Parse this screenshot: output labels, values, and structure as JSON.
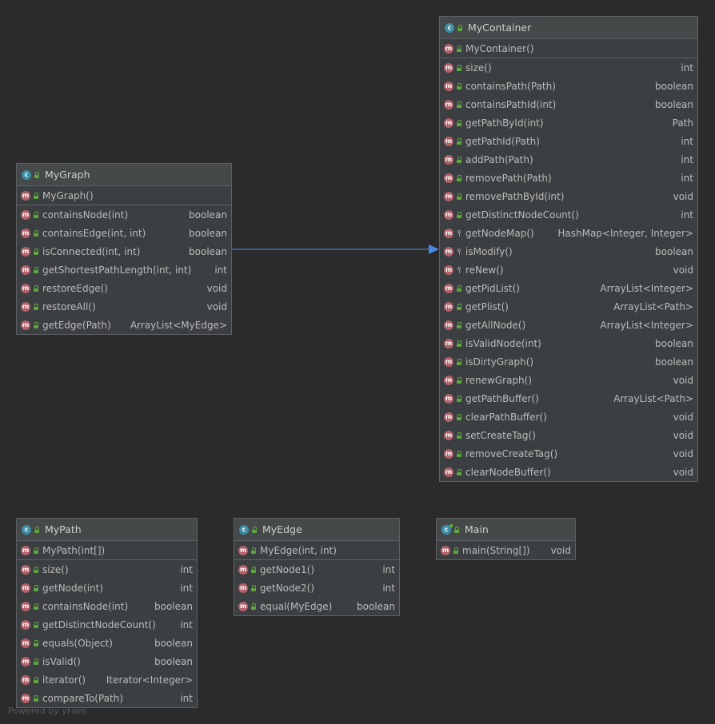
{
  "footer_text": "Powered by yFiles",
  "colors": {
    "background": "#2b2b2b",
    "node_fill": "#3c3f41",
    "arrow": "#4a88e8",
    "method_icon": "#b3616b",
    "class_icon": "#3f8ea6",
    "public": "#5fa640"
  },
  "classes": {
    "mycontainer": {
      "name": "MyContainer",
      "ctor": "MyContainer()",
      "methods": [
        {
          "name": "size()",
          "type": "int",
          "vis": "pub"
        },
        {
          "name": "containsPath(Path)",
          "type": "boolean",
          "vis": "pub"
        },
        {
          "name": "containsPathId(int)",
          "type": "boolean",
          "vis": "pub"
        },
        {
          "name": "getPathById(int)",
          "type": "Path",
          "vis": "pub"
        },
        {
          "name": "getPathId(Path)",
          "type": "int",
          "vis": "pub"
        },
        {
          "name": "addPath(Path)",
          "type": "int",
          "vis": "pub"
        },
        {
          "name": "removePath(Path)",
          "type": "int",
          "vis": "pub"
        },
        {
          "name": "removePathById(int)",
          "type": "void",
          "vis": "pub"
        },
        {
          "name": "getDistinctNodeCount()",
          "type": "int",
          "vis": "pub"
        },
        {
          "name": "getNodeMap()",
          "type": "HashMap<Integer, Integer>",
          "vis": "priv"
        },
        {
          "name": "isModify()",
          "type": "boolean",
          "vis": "priv"
        },
        {
          "name": "reNew()",
          "type": "void",
          "vis": "priv"
        },
        {
          "name": "getPidList()",
          "type": "ArrayList<Integer>",
          "vis": "pub"
        },
        {
          "name": "getPlist()",
          "type": "ArrayList<Path>",
          "vis": "pub"
        },
        {
          "name": "getAllNode()",
          "type": "ArrayList<Integer>",
          "vis": "pub"
        },
        {
          "name": "isValidNode(int)",
          "type": "boolean",
          "vis": "pub"
        },
        {
          "name": "isDirtyGraph()",
          "type": "boolean",
          "vis": "pub"
        },
        {
          "name": "renewGraph()",
          "type": "void",
          "vis": "pub"
        },
        {
          "name": "getPathBuffer()",
          "type": "ArrayList<Path>",
          "vis": "pub"
        },
        {
          "name": "clearPathBuffer()",
          "type": "void",
          "vis": "pub"
        },
        {
          "name": "setCreateTag()",
          "type": "void",
          "vis": "pub"
        },
        {
          "name": "removeCreateTag()",
          "type": "void",
          "vis": "pub"
        },
        {
          "name": "clearNodeBuffer()",
          "type": "void",
          "vis": "pub"
        }
      ]
    },
    "mygraph": {
      "name": "MyGraph",
      "ctor": "MyGraph()",
      "methods": [
        {
          "name": "containsNode(int)",
          "type": "boolean",
          "vis": "pub"
        },
        {
          "name": "containsEdge(int, int)",
          "type": "boolean",
          "vis": "pub"
        },
        {
          "name": "isConnected(int, int)",
          "type": "boolean",
          "vis": "pub"
        },
        {
          "name": "getShortestPathLength(int, int)",
          "type": "int",
          "vis": "pub"
        },
        {
          "name": "restoreEdge()",
          "type": "void",
          "vis": "pub"
        },
        {
          "name": "restoreAll()",
          "type": "void",
          "vis": "pub"
        },
        {
          "name": "getEdge(Path)",
          "type": "ArrayList<MyEdge>",
          "vis": "pub"
        }
      ]
    },
    "mypath": {
      "name": "MyPath",
      "ctor": "MyPath(int[])",
      "methods": [
        {
          "name": "size()",
          "type": "int",
          "vis": "pub"
        },
        {
          "name": "getNode(int)",
          "type": "int",
          "vis": "pub"
        },
        {
          "name": "containsNode(int)",
          "type": "boolean",
          "vis": "pub"
        },
        {
          "name": "getDistinctNodeCount()",
          "type": "int",
          "vis": "pub"
        },
        {
          "name": "equals(Object)",
          "type": "boolean",
          "vis": "pub"
        },
        {
          "name": "isValid()",
          "type": "boolean",
          "vis": "pub"
        },
        {
          "name": "iterator()",
          "type": "Iterator<Integer>",
          "vis": "pub"
        },
        {
          "name": "compareTo(Path)",
          "type": "int",
          "vis": "pub"
        }
      ]
    },
    "myedge": {
      "name": "MyEdge",
      "ctor": "MyEdge(int, int)",
      "methods": [
        {
          "name": "getNode1()",
          "type": "int",
          "vis": "pub"
        },
        {
          "name": "getNode2()",
          "type": "int",
          "vis": "pub"
        },
        {
          "name": "equal(MyEdge)",
          "type": "boolean",
          "vis": "pub"
        }
      ]
    },
    "main": {
      "name": "Main",
      "ctor_name": "main(String[])",
      "ctor_type": "void"
    }
  }
}
